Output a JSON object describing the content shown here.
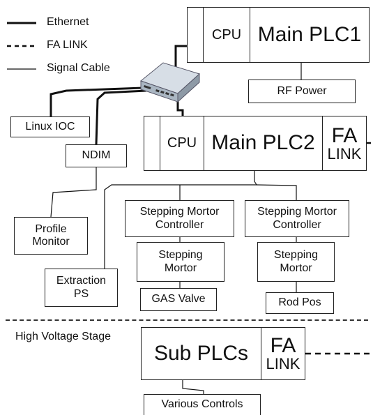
{
  "legend": {
    "ethernet": "Ethernet",
    "fa_link": "FA LINK",
    "signal_cable": "Signal Cable"
  },
  "plc1": {
    "cpu": "CPU",
    "name": "Main PLC1"
  },
  "rf_power": "RF Power",
  "linux_ioc": "Linux IOC",
  "ndim": "NDIM",
  "plc2": {
    "cpu": "CPU",
    "name": "Main PLC2",
    "fa_top": "FA",
    "fa_bottom": "LINK"
  },
  "profile_monitor": {
    "line1": "Profile",
    "line2": "Monitor"
  },
  "smc1": {
    "line1": "Stepping Mortor",
    "line2": "Controller"
  },
  "smc2": {
    "line1": "Stepping Mortor",
    "line2": "Controller"
  },
  "sm1": {
    "line1": "Stepping",
    "line2": "Mortor"
  },
  "sm2": {
    "line1": "Stepping",
    "line2": "Mortor"
  },
  "extraction_ps": {
    "line1": "Extraction",
    "line2": "PS"
  },
  "gas_valve": "GAS Valve",
  "rod_pos": "Rod Pos",
  "high_voltage_stage": "High Voltage Stage",
  "sub_plcs": {
    "name": "Sub PLCs",
    "fa_top": "FA",
    "fa_bottom": "LINK"
  },
  "various_controls": "Various Controls"
}
